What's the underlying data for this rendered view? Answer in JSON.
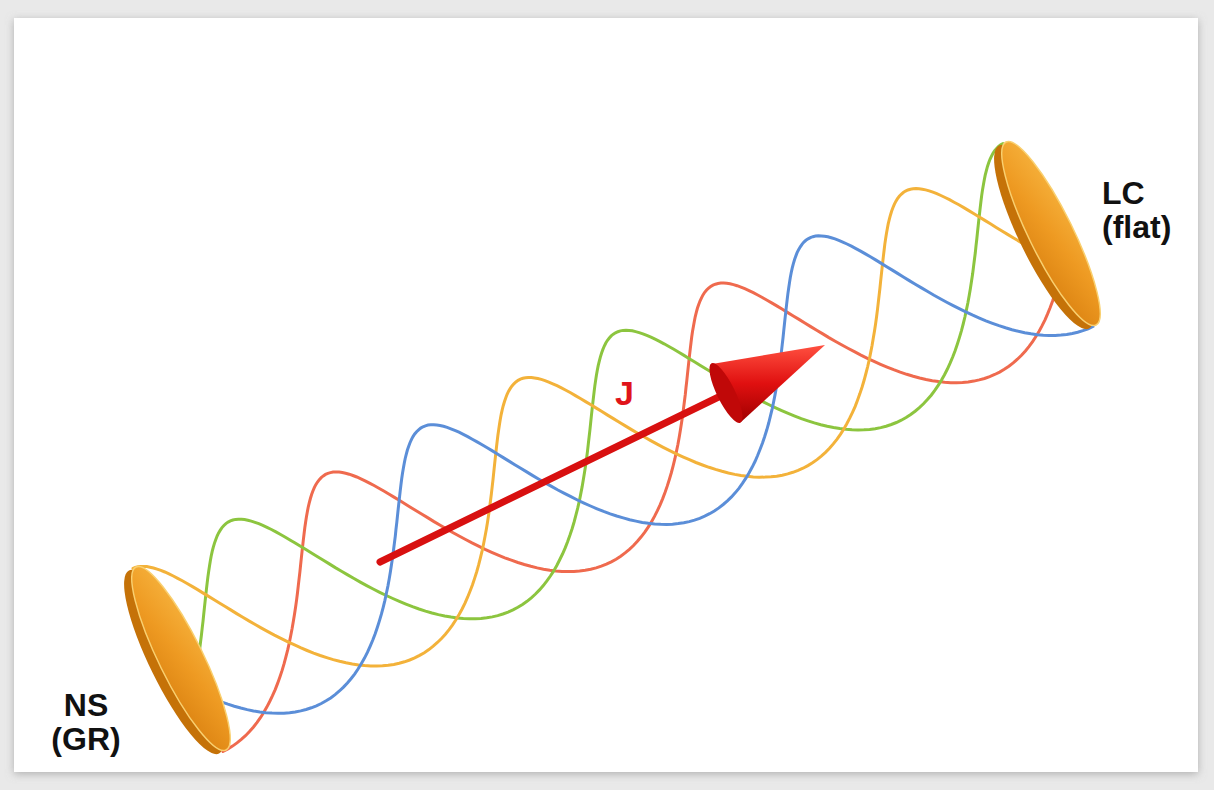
{
  "diagram": {
    "nodes": [
      {
        "text": [
          "LC (flat)"
        ]
      },
      {
        "text": [
          "NS (GR)"
        ]
      }
    ],
    "edges": [
      {
        "from": 1,
        "to": 0,
        "arrow": "none"
      },
      {
        "from": 1,
        "to": 0,
        "arrow": "none"
      },
      {
        "from": 1,
        "to": 0,
        "arrow": "none"
      },
      {
        "from": 1,
        "to": 0,
        "arrow": "none"
      }
    ],
    "labels": [
      "J"
    ]
  }
}
